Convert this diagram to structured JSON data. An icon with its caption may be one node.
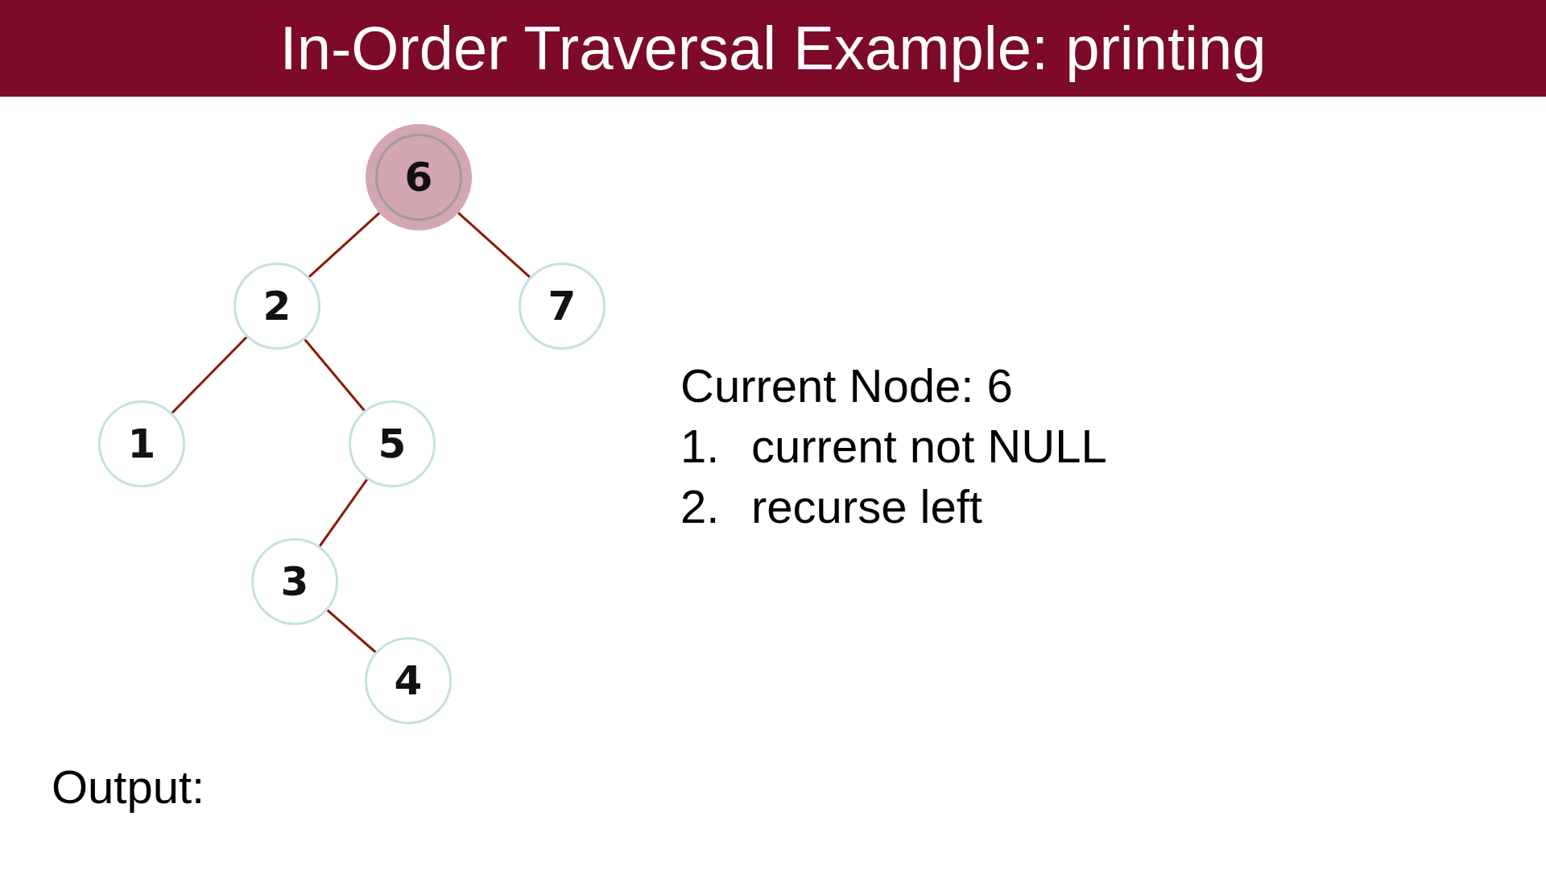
{
  "diagram": {
    "title": "In-Order Traversal Example: printing",
    "nodes": [
      {
        "text": [
          "6"
        ]
      },
      {
        "text": [
          "2"
        ]
      },
      {
        "text": [
          "7"
        ]
      },
      {
        "text": [
          "1"
        ]
      },
      {
        "text": [
          "5"
        ]
      },
      {
        "text": [
          "3"
        ]
      },
      {
        "text": [
          "4"
        ]
      }
    ],
    "edges": [
      {
        "from": 0,
        "to": 1,
        "arrow": "none"
      },
      {
        "from": 0,
        "to": 2,
        "arrow": "none"
      },
      {
        "from": 1,
        "to": 3,
        "arrow": "none"
      },
      {
        "from": 1,
        "to": 4,
        "arrow": "none"
      },
      {
        "from": 4,
        "to": 5,
        "arrow": "none"
      },
      {
        "from": 5,
        "to": 6,
        "arrow": "none"
      }
    ],
    "labels": [
      "Current Node: 6",
      "1.",
      "current not NULL",
      "2.",
      "recurse left",
      "Output:"
    ]
  }
}
